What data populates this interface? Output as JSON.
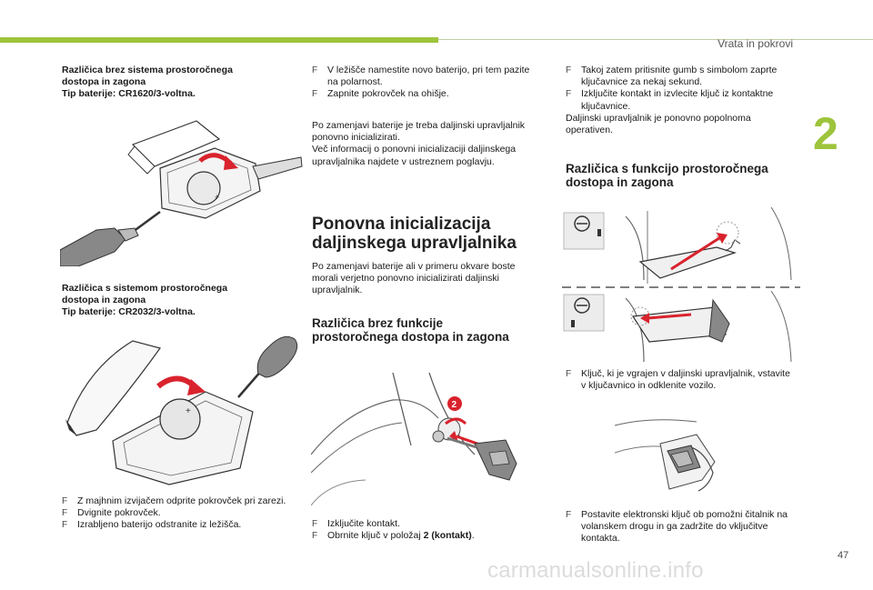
{
  "header": {
    "section_title": "Vrata in pokrovi",
    "chapter": "2",
    "page_number": "47"
  },
  "watermark": "carmanualsonline.info",
  "col1": {
    "intro1": [
      "Različica brez sistema prostoročnega",
      "dostopa in zagona",
      "Tip baterije: CR1620/3-voltna."
    ],
    "intro2": [
      "Različica s sistemom prostoročnega",
      "dostopa in zagona",
      "Tip baterije: CR2032/3-voltna."
    ],
    "bullets": [
      "Z majhnim izvijačem odprite pokrovček pri zarezi.",
      "Dvignite pokrovček.",
      "Izrabljeno baterijo odstranite iz ležišča."
    ]
  },
  "col2": {
    "bullets_top": [
      "V ležišče namestite novo baterijo, pri tem pazite na polarnost.",
      "Zapnite pokrovček na ohišje."
    ],
    "para1": [
      "Po zamenjavi baterije je treba daljinski upravljalnik ponovno inicializirati.",
      "Več informacij o ponovni inicializaciji daljinskega upravljalnika najdete v ustreznem poglavju."
    ],
    "heading": "Ponovna inicializacija daljinskega upravljalnika",
    "para2": "Po zamenjavi baterije ali v primeru okvare boste morali verjetno ponovno inicializirati daljinski upravljalnik.",
    "subheading": "Različica brez funkcije prostoročnega dostopa in zagona",
    "illus_badge": "2",
    "bullets_bottom": [
      "Izključite kontakt.",
      "Obrnite ključ v položaj"
    ],
    "bold_tail": "2 (kontakt)",
    "period": "."
  },
  "col3": {
    "bullets_top": [
      "Takoj zatem pritisnite gumb s simbolom zaprte ključavnice za nekaj sekund.",
      "Izključite kontakt in izvlecite ključ iz kontaktne ključavnice."
    ],
    "para": "Daljinski upravljalnik je ponovno popolnoma operativen.",
    "subheading": "Različica s funkcijo prostoročnega dostopa in zagona",
    "bullet_mid": "Ključ, ki je vgrajen v daljinski upravljalnik, vstavite v ključavnico in odklenite vozilo.",
    "bullet_bottom": "Postavite elektronski ključ ob pomožni čitalnik na volanskem drogu in ga zadržite do vključitve kontakta."
  }
}
